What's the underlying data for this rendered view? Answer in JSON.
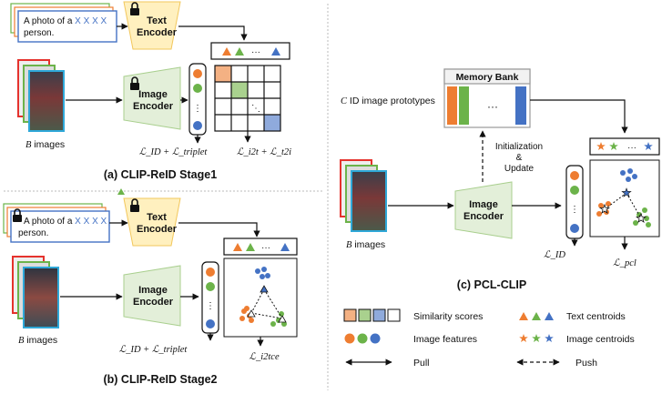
{
  "stage1": {
    "prompt_prefix": "A photo of a",
    "prompt_tokens": "X X X X",
    "prompt_suffix": "person.",
    "text_encoder": [
      "Text",
      "Encoder"
    ],
    "image_encoder": [
      "Image",
      "Encoder"
    ],
    "images_label_B": "B",
    "images_label_rest": " images",
    "loss_left": "ℒ_ID + ℒ_triplet",
    "loss_right": "ℒ_i2t + ℒ_t2i",
    "caption": "(a) CLIP-ReID Stage1"
  },
  "stage2": {
    "prompt_prefix": "A photo of a",
    "prompt_tokens": "X X X X",
    "prompt_suffix": "person.",
    "text_encoder": [
      "Text",
      "Encoder"
    ],
    "image_encoder": [
      "Image",
      "Encoder"
    ],
    "images_label_B": "B",
    "images_label_rest": " images",
    "loss_left": "ℒ_ID + ℒ_triplet",
    "loss_right": "ℒ_i2tce",
    "caption": "(b) CLIP-ReID Stage2"
  },
  "pcl": {
    "memory_bank": "Memory Bank",
    "prototypes_C": "C",
    "prototypes_rest": " ID image prototypes",
    "init_update": [
      "Initialization",
      "&",
      "Update"
    ],
    "image_encoder": [
      "Image",
      "Encoder"
    ],
    "images_label_B": "B",
    "images_label_rest": " images",
    "loss_id": "ℒ_ID",
    "loss_pcl": "ℒ_pcl",
    "caption": "(c) PCL-CLIP"
  },
  "legend": {
    "similarity": "Similarity scores",
    "image_features": "Image features",
    "pull": "Pull",
    "text_centroids": "Text centroids",
    "image_centroids": "Image centroids",
    "push": "Push"
  },
  "colors": {
    "orange": "#ee7d31",
    "green": "#6cb34a",
    "blue": "#4472c4",
    "text_encoder_fill": "#fff0bf",
    "image_encoder_fill": "#e3efd9",
    "prompt_token": "#4472c4"
  }
}
